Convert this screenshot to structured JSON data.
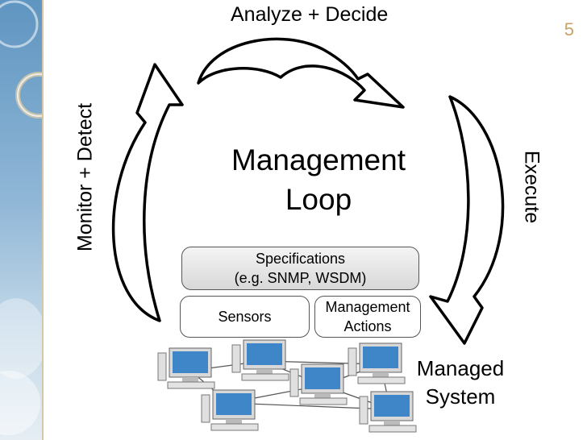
{
  "slide": {
    "number": "5"
  },
  "loop": {
    "top_label": "Analyze + Decide",
    "left_label": "Monitor + Detect",
    "right_label": "Execute",
    "title_line1": "Management",
    "title_line2": "Loop"
  },
  "boxes": {
    "spec_line1": "Specifications",
    "spec_line2": "(e.g. SNMP, WSDM)",
    "sensors": "Sensors",
    "actions_line1": "Management",
    "actions_line2": "Actions"
  },
  "managed": {
    "line1": "Managed",
    "line2": "System"
  },
  "colors": {
    "sidebar_sky": "#6e9fc7",
    "accent_number": "#c9a26a",
    "monitor_screen": "#3f86c9"
  }
}
